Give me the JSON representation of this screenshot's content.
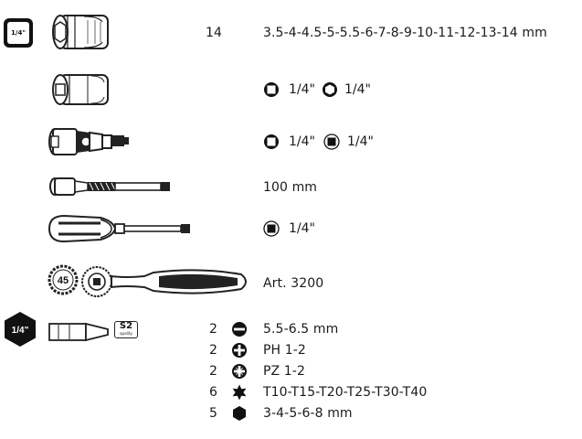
{
  "badges": {
    "drive_label": "1/4\"",
    "bit_drive_label": "1/4\"",
    "ratchet_teeth": "45",
    "steel_grade": "S2",
    "steel_grade_sub": "quality"
  },
  "rows": {
    "sockets": {
      "count": "14",
      "sizes": "3.5-4-4.5-5-5.5-6-7-8-9-10-11-12-13-14 mm"
    },
    "adaptor": {
      "square_label": "1/4\"",
      "hex_label": "1/4\""
    },
    "universal_joint": {
      "square_label": "1/4\"",
      "male_square_label": "1/4\""
    },
    "extension": {
      "length": "100 mm"
    },
    "driver": {
      "male_square_label": "1/4\""
    },
    "ratchet": {
      "article": "Art. 3200"
    }
  },
  "bits": [
    {
      "count": "2",
      "icon": "slotted-icon",
      "spec": "5.5-6.5 mm"
    },
    {
      "count": "2",
      "icon": "phillips-icon",
      "spec": "PH 1-2"
    },
    {
      "count": "2",
      "icon": "pozidriv-icon",
      "spec": "PZ 1-2"
    },
    {
      "count": "6",
      "icon": "torx-icon",
      "spec": "T10-T15-T20-T25-T30-T40"
    },
    {
      "count": "5",
      "icon": "hex-icon",
      "spec": "3-4-5-6-8 mm"
    }
  ]
}
